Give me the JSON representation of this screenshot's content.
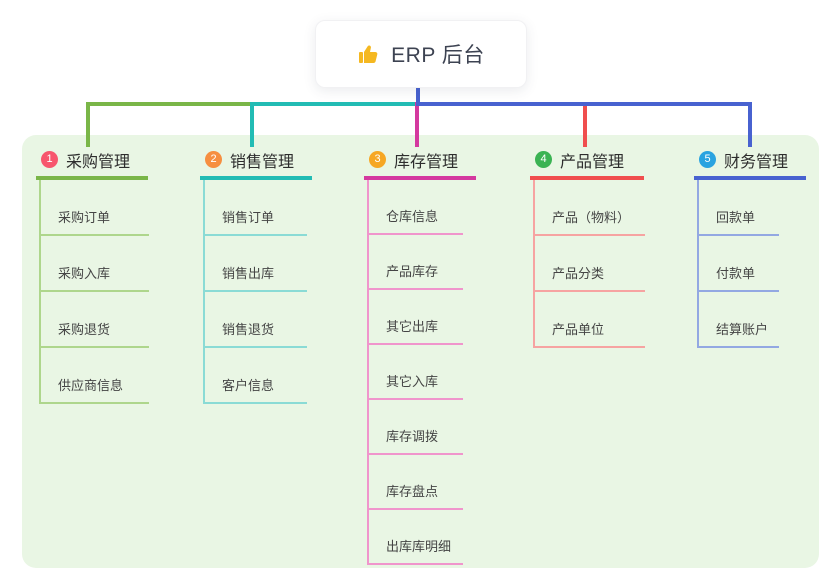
{
  "root": {
    "label": "ERP 后台",
    "icon": "thumbs-up",
    "icon_color": "#f5b821"
  },
  "branches": [
    {
      "number": "1",
      "title": "采购管理",
      "badge_color": "#f7566d",
      "color": "#7ab648",
      "light_color": "#aed68c",
      "children": [
        "采购订单",
        "采购入库",
        "采购退货",
        "供应商信息"
      ]
    },
    {
      "number": "2",
      "title": "销售管理",
      "badge_color": "#f68f40",
      "color": "#22bcb4",
      "light_color": "#8adbd5",
      "children": [
        "销售订单",
        "销售出库",
        "销售退货",
        "客户信息"
      ]
    },
    {
      "number": "3",
      "title": "库存管理",
      "badge_color": "#f6a723",
      "color": "#d4399f",
      "light_color": "#f095cc",
      "children": [
        "仓库信息",
        "产品库存",
        "其它出库",
        "其它入库",
        "库存调拨",
        "库存盘点",
        "出库库明细"
      ]
    },
    {
      "number": "4",
      "title": "产品管理",
      "badge_color": "#3bb353",
      "color": "#f04e4e",
      "light_color": "#f6a3a1",
      "children": [
        "产品（物料）",
        "产品分类",
        "产品单位"
      ]
    },
    {
      "number": "5",
      "title": "财务管理",
      "badge_color": "#2aa3e0",
      "color": "#4862d0",
      "light_color": "#93a8e2",
      "children": [
        "回款单",
        "付款单",
        "结算账户"
      ]
    }
  ],
  "colors": {
    "panel_bg": "#e9f6e4"
  }
}
